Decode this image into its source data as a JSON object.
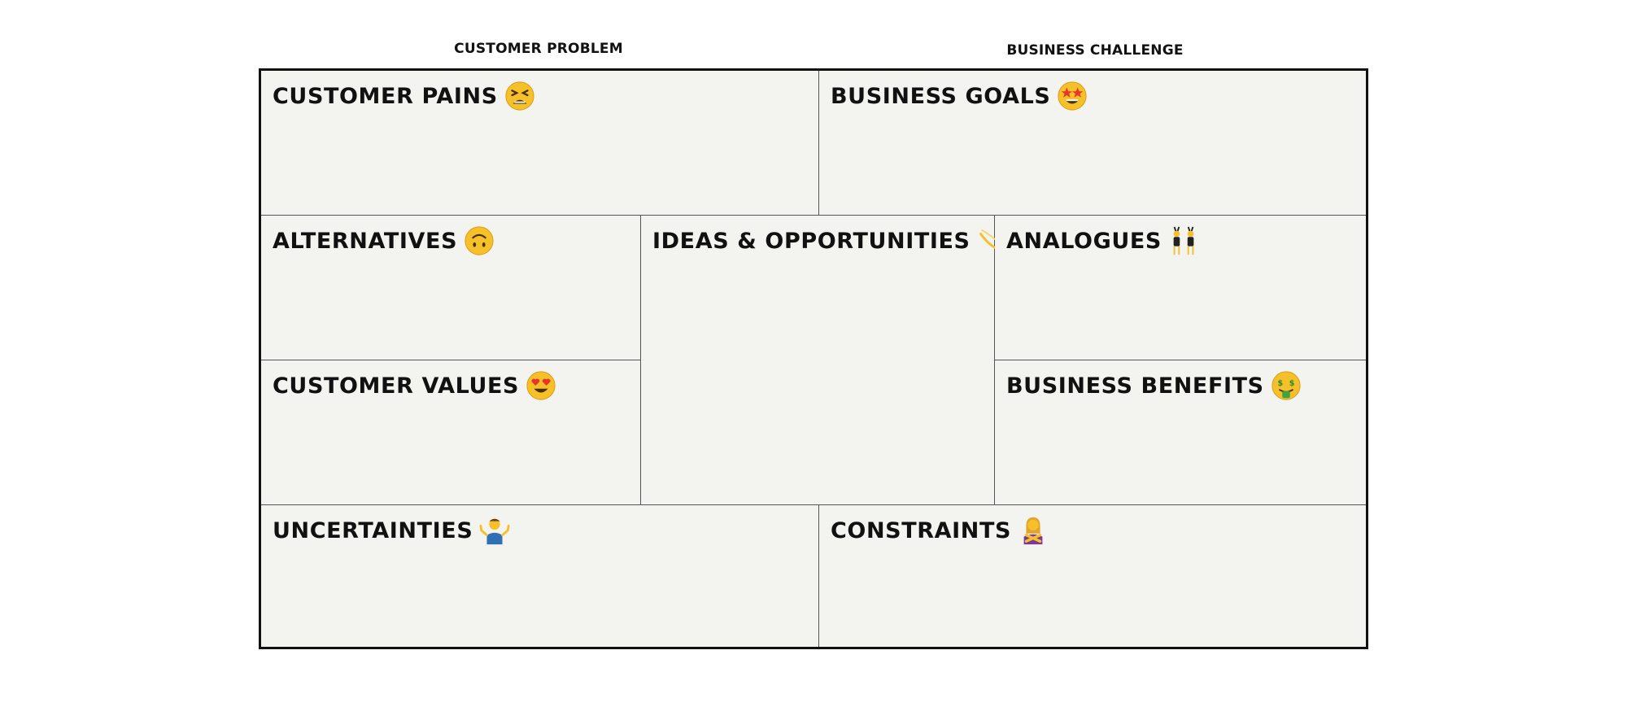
{
  "columns": {
    "customer_problem": "CUSTOMER PROBLEM",
    "business_challenge": "BUSINESS CHALLENGE"
  },
  "cells": {
    "customer_pains": {
      "label": "CUSTOMER PAINS",
      "icon": "tired-face-icon"
    },
    "business_goals": {
      "label": "BUSINESS GOALS",
      "icon": "star-struck-icon"
    },
    "alternatives": {
      "label": "ALTERNATIVES",
      "icon": "upside-down-face-icon"
    },
    "ideas_opportunities": {
      "label": "IDEAS & OPPORTUNITIES",
      "icon": "shooting-star-icon"
    },
    "analogues": {
      "label": "ANALOGUES",
      "icon": "bunny-ears-people-icon"
    },
    "customer_values": {
      "label": "CUSTOMER VALUES",
      "icon": "heart-eyes-icon"
    },
    "business_benefits": {
      "label": "BUSINESS BENEFITS",
      "icon": "money-mouth-face-icon"
    },
    "uncertainties": {
      "label": "UNCERTAINTIES",
      "icon": "man-shrugging-icon"
    },
    "constraints": {
      "label": "CONSTRAINTS",
      "icon": "woman-gesturing-no-icon"
    }
  },
  "colors": {
    "cell_background": "#f3f3ef",
    "outer_border": "#111111",
    "inner_border": "#555555",
    "emoji_yellow": "#f6c02a"
  }
}
